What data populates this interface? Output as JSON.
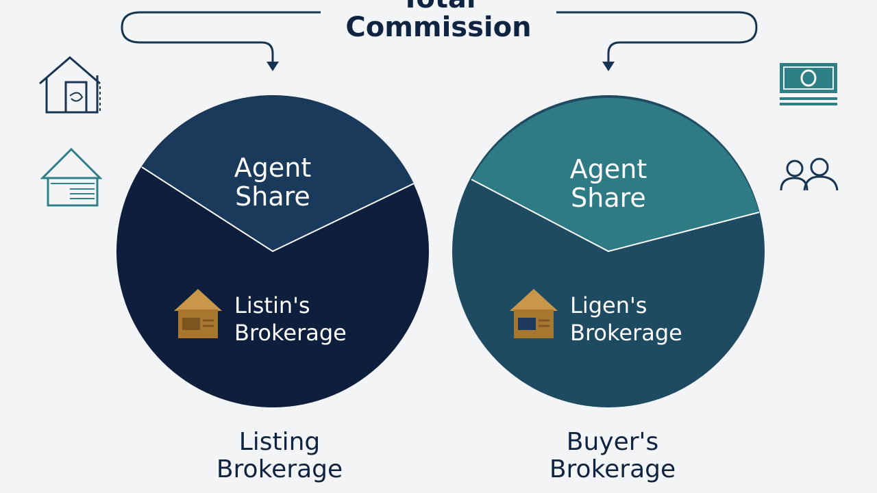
{
  "title": {
    "line1": "Total",
    "line2": "Commission"
  },
  "colors": {
    "navy": "#0d1f3c",
    "navy_light": "#1a3a5c",
    "teal_dark": "#1e4a62",
    "teal": "#2f7b85",
    "gold": "#b9863a",
    "text_dark": "#0f2440",
    "icon_stroke": "#173450",
    "icon_teal": "#2e7f86"
  },
  "left_pie": {
    "segment_top": "Agent Share",
    "segment_top_line1": "Agent",
    "segment_top_line2": "Share",
    "segment_bottom_line1": "Listin's",
    "segment_bottom_line2": "Brokerage",
    "icon": "house-icon",
    "caption_line1": "Listing",
    "caption_line2": "Brokerage"
  },
  "right_pie": {
    "segment_top_line1": "Agent",
    "segment_top_line2": "Share",
    "segment_bottom_line1": "Ligen's",
    "segment_bottom_line2": "Brokerage",
    "icon": "house-icon",
    "caption_line1": "Buyer's",
    "caption_line2": "Brokerage"
  },
  "side_icons": [
    "house-outline-icon",
    "house-teal-icon",
    "money-icon",
    "people-icon"
  ]
}
